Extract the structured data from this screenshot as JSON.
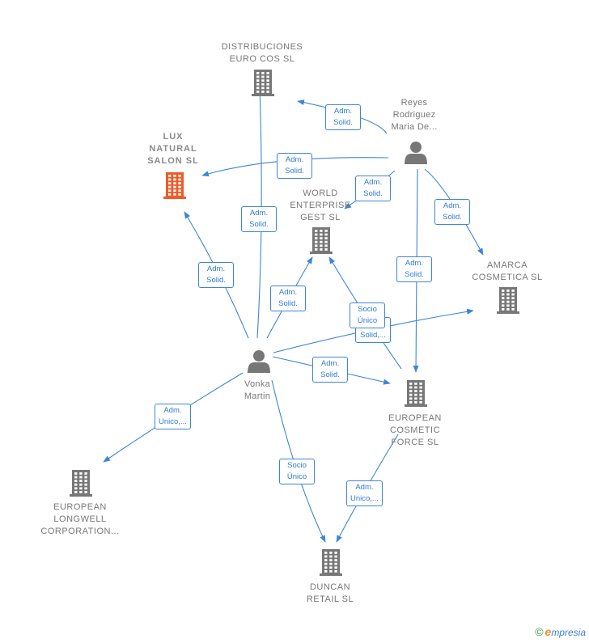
{
  "colors": {
    "edge": "#3d85d6",
    "node": "#777777",
    "focus": "#f05a28",
    "label_text": "#2f7bd4"
  },
  "nodes": [
    {
      "id": "distribuciones",
      "type": "company",
      "lines": [
        "DISTRIBUCIONES",
        "EURO COS SL"
      ]
    },
    {
      "id": "lux",
      "type": "company",
      "focus": true,
      "lines": [
        "LUX",
        "NATURAL",
        "SALON  SL"
      ]
    },
    {
      "id": "reyes",
      "type": "person",
      "lines": [
        "Reyes",
        "Rodriguez",
        "Maria De..."
      ]
    },
    {
      "id": "world",
      "type": "company",
      "lines": [
        "WORLD",
        "ENTERPRISE",
        "GEST  SL"
      ]
    },
    {
      "id": "amarca",
      "type": "company",
      "lines": [
        "AMARCA",
        "COSMETICA SL"
      ]
    },
    {
      "id": "vonka",
      "type": "person",
      "lines": [
        "Vonka",
        "Martin"
      ]
    },
    {
      "id": "european_cosmetic",
      "type": "company",
      "lines": [
        "EUROPEAN",
        "COSMETIC",
        "FORCE  SL"
      ]
    },
    {
      "id": "european_longwell",
      "type": "company",
      "lines": [
        "EUROPEAN",
        "LONGWELL",
        "CORPORATION..."
      ]
    },
    {
      "id": "duncan",
      "type": "company",
      "lines": [
        "DUNCAN",
        "RETAIL  SL"
      ]
    }
  ],
  "edges": [
    {
      "from": "reyes",
      "to": "distribuciones",
      "label": [
        "Adm.",
        "Solid."
      ]
    },
    {
      "from": "reyes",
      "to": "lux",
      "label": [
        "Adm.",
        "Solid."
      ]
    },
    {
      "from": "reyes",
      "to": "world",
      "label": [
        "Adm.",
        "Solid."
      ]
    },
    {
      "from": "reyes",
      "to": "amarca",
      "label": [
        "Adm.",
        "Solid."
      ]
    },
    {
      "from": "reyes",
      "to": "european_cosmetic",
      "label": [
        "Adm.",
        "Solid."
      ]
    },
    {
      "from": "vonka",
      "to": "distribuciones",
      "label": [
        "Adm.",
        "Solid."
      ]
    },
    {
      "from": "vonka",
      "to": "lux",
      "label": [
        "Adm.",
        "Solid."
      ]
    },
    {
      "from": "vonka",
      "to": "world",
      "label": [
        "Adm.",
        "Solid."
      ]
    },
    {
      "from": "vonka",
      "to": "amarca",
      "label": [
        "Adm.",
        "Solid,..."
      ]
    },
    {
      "from": "vonka",
      "to": "european_cosmetic",
      "label": [
        "Adm.",
        "Solid."
      ]
    },
    {
      "from": "european_cosmetic",
      "to": "world",
      "label": [
        "Socio",
        "Único"
      ]
    },
    {
      "from": "vonka",
      "to": "european_longwell",
      "label": [
        "Adm.",
        "Unico,..."
      ]
    },
    {
      "from": "vonka",
      "to": "duncan",
      "label": [
        "Socio",
        "Único"
      ]
    },
    {
      "from": "european_cosmetic",
      "to": "duncan",
      "label": [
        "Adm.",
        "Unico,..."
      ]
    }
  ],
  "footer": {
    "copyright": "©",
    "brand_initial": "e",
    "brand_rest": "mpresia"
  }
}
